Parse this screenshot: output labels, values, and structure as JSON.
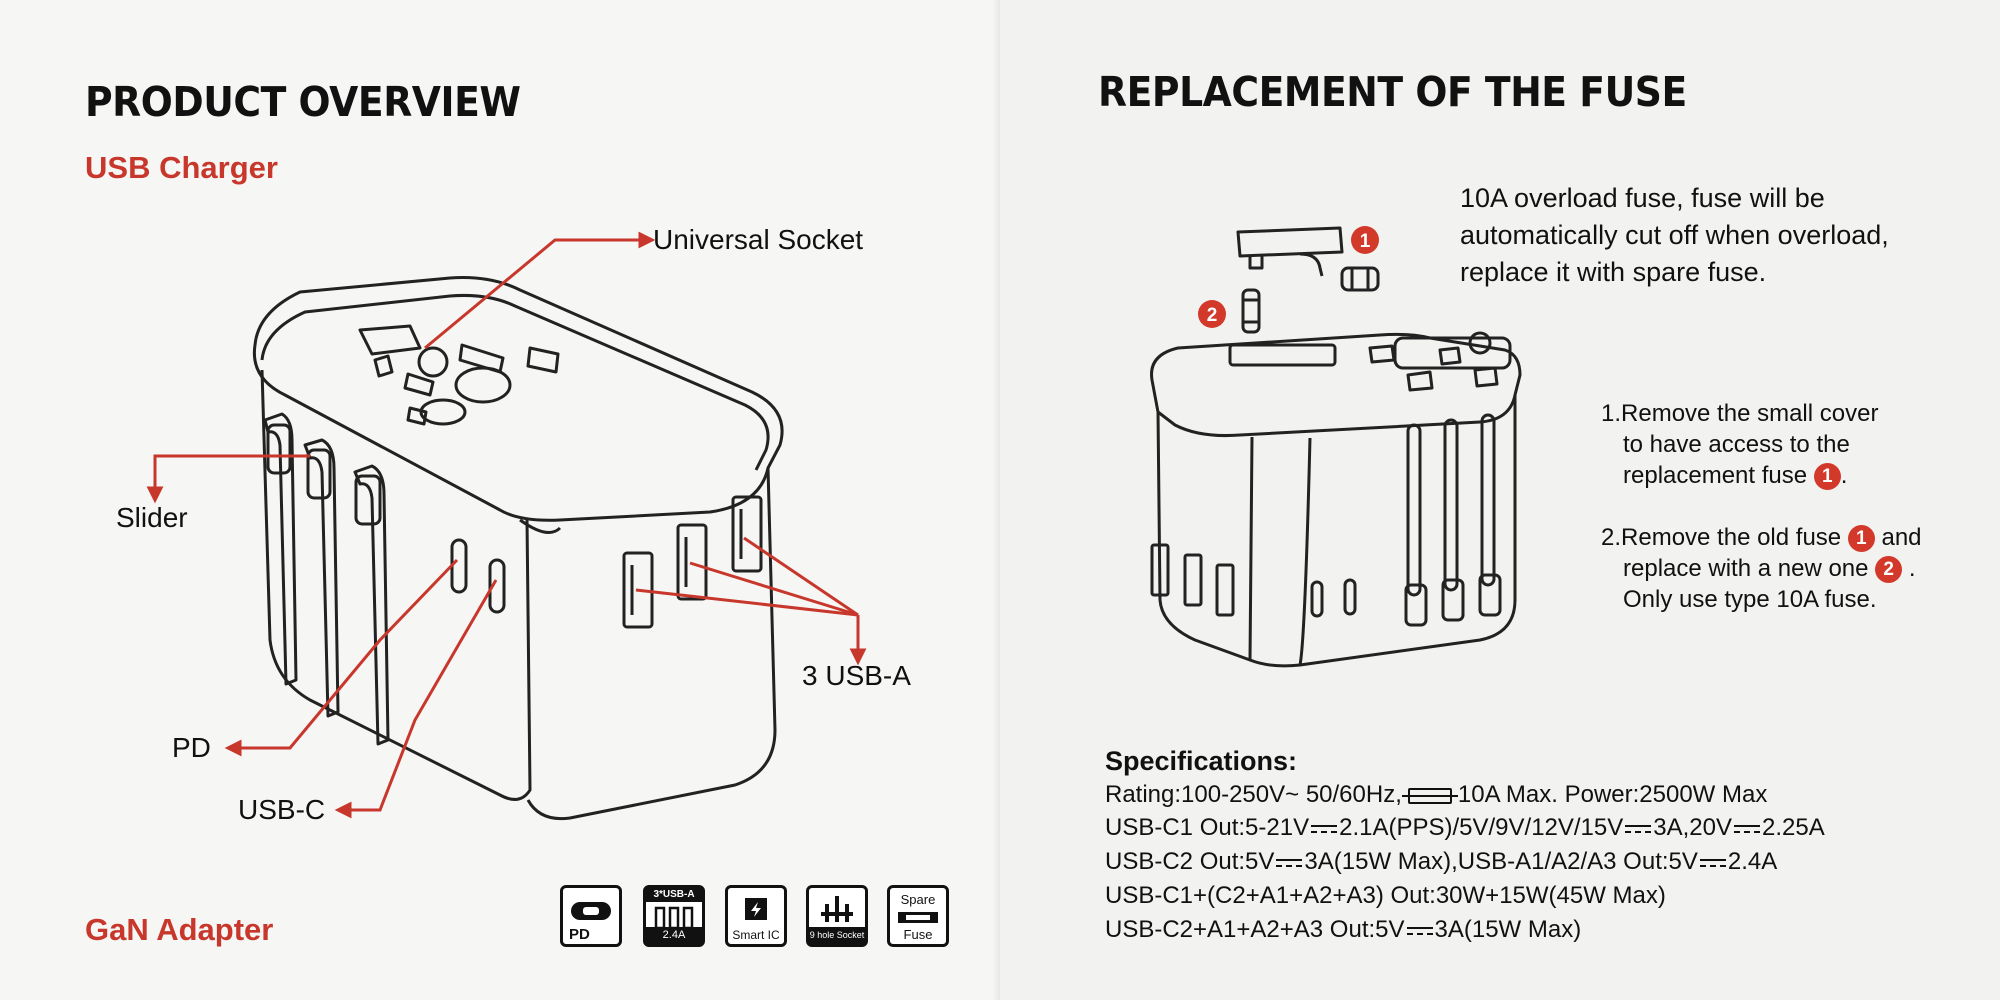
{
  "left_page": {
    "title": "PRODUCT OVERVIEW",
    "subtitle": "USB Charger",
    "callouts": {
      "universal_socket": "Universal Socket",
      "slider": "Slider",
      "pd": "PD",
      "usb_c": "USB-C",
      "usb_a": "3 USB-A"
    },
    "footer_title": "GaN Adapter",
    "feature_icons": [
      {
        "name": "pd",
        "caption": "PD"
      },
      {
        "name": "usb-a",
        "header": "3*USB-A",
        "caption": "2.4A"
      },
      {
        "name": "smart-ic",
        "caption": "Smart IC"
      },
      {
        "name": "9-hole-socket",
        "caption": "9 hole Socket"
      },
      {
        "name": "spare-fuse",
        "header": "Spare",
        "caption": "Fuse"
      }
    ]
  },
  "right_page": {
    "title": "REPLACEMENT OF THE FUSE",
    "intro": [
      "10A overload fuse, fuse will be",
      "automatically cut off when overload,",
      "replace it with spare fuse."
    ],
    "markers": [
      "1",
      "2"
    ],
    "step1": {
      "line1": "1.Remove the small cover",
      "line2": "to have access to the",
      "line3": "replacement fuse",
      "marker": "1",
      "end": "."
    },
    "step2": {
      "line1a": "2.Remove the old fuse",
      "marker1": "1",
      "line1b": "and",
      "line2a": "replace with a new one",
      "marker2": "2",
      "line2b": ".",
      "line3": "Only use type 10A fuse."
    },
    "specs": {
      "title": "Specifications:",
      "rating_a": "Rating:100-250V~ 50/60Hz,",
      "rating_b": "10A Max. Power:2500W Max",
      "c1_a": "USB-C1 Out:5-21V",
      "c1_b": "2.1A(PPS)/5V/9V/12V/15V",
      "c1_c": "3A,20V",
      "c1_d": "2.25A",
      "c2_a": "USB-C2 Out:5V",
      "c2_b": "3A(15W Max),USB-A1/A2/A3 Out:5V",
      "c2_c": "2.4A",
      "combo1": "USB-C1+(C2+A1+A2+A3) Out:30W+15W(45W Max)",
      "combo2_a": "USB-C2+A1+A2+A3 Out:5V",
      "combo2_b": "3A(15W Max)"
    }
  },
  "colors": {
    "accent_red": "#c8372b",
    "ink": "#111111",
    "paper": "#f6f6f4"
  }
}
